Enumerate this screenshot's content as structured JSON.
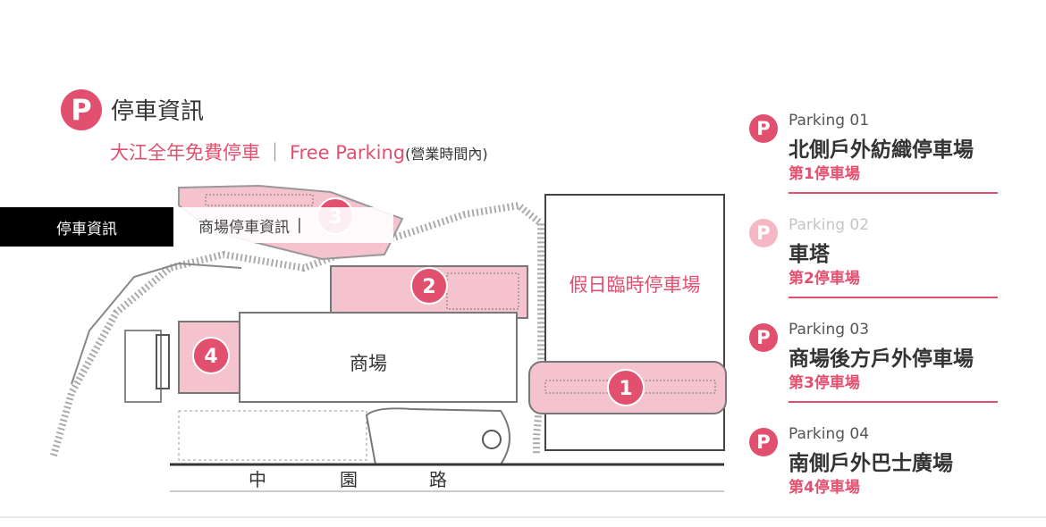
{
  "header": {
    "p_icon": "P",
    "title": "停車資訊",
    "subtitle_main": "大江全年免費停車",
    "subtitle_sep": "｜",
    "subtitle_en": "Free Parking",
    "subtitle_note": "(營業時間內)"
  },
  "tabs": {
    "active": "停車資訊",
    "secondary": "商場停車資訊",
    "cursor": "|"
  },
  "map": {
    "mall_label": "商場",
    "temp_lot_label": "假日臨時停車場",
    "road_chars": [
      "中",
      "園",
      "路"
    ],
    "markers": [
      "1",
      "2",
      "3",
      "4"
    ],
    "colors": {
      "accent": "#e2506f",
      "lot_fill": "#f4c3cd"
    }
  },
  "parking_list": [
    {
      "code": "Parking 01",
      "name": "北側戶外紡織停車場",
      "number": "第1停車場",
      "dim": false
    },
    {
      "code": "Parking 02",
      "name": "車塔",
      "number": "第2停車場",
      "dim": true
    },
    {
      "code": "Parking 03",
      "name": "商場後方戶外停車場",
      "number": "第3停車場",
      "dim": false
    },
    {
      "code": "Parking 04",
      "name": "南側戶外巴士廣場",
      "number": "第4停車場",
      "dim": false
    }
  ]
}
